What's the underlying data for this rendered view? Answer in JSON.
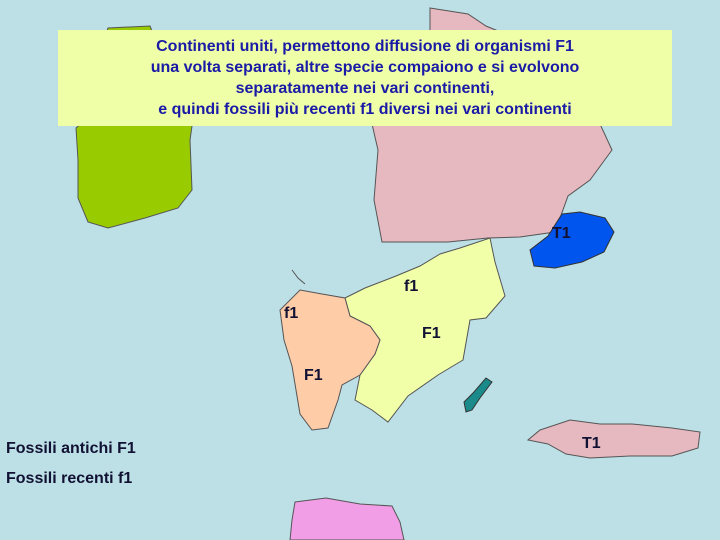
{
  "caption": {
    "lines": [
      "Continenti uniti, permettono diffusione di organismi F1",
      "una volta separati, altre specie compaiono e si evolvono",
      "separatamente nei vari continenti,",
      "e quindi fossili più recenti f1 diversi nei vari continenti"
    ]
  },
  "labels": {
    "t1_top": "T1",
    "f1_recent_a": "f1",
    "f1_recent_b": "f1",
    "f1_ancient_a": "F1",
    "f1_ancient_b": "F1",
    "t1_bottom": "T1"
  },
  "legend": {
    "ancient": "Fossili antichi F1",
    "recent": "Fossili recenti f1"
  },
  "colors": {
    "ocean": "#bde0e6",
    "caption_bg": "#eeffa8",
    "caption_text": "#1a1aa6",
    "green_continent": "#99cc00",
    "pink_continent": "#e6b8c0",
    "blue_land": "#0055ee",
    "yellow_continent": "#f0ffa8",
    "peach_continent": "#ffcca8",
    "teal_island": "#1a8a8a",
    "magenta_continent": "#f29ee6"
  }
}
